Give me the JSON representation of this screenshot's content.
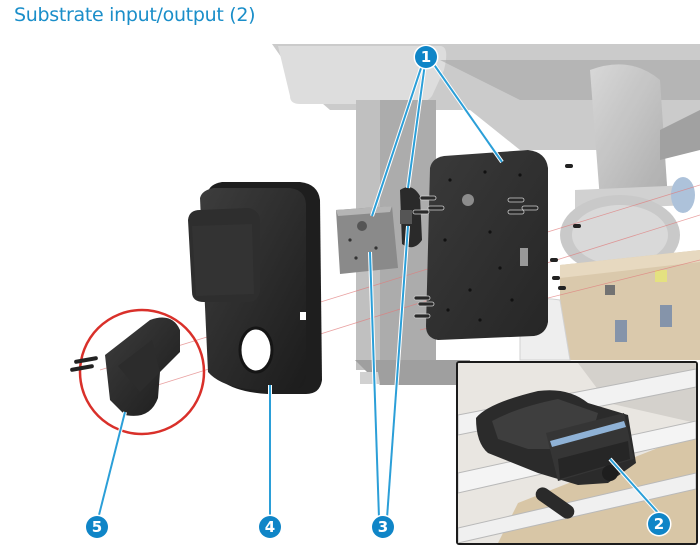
{
  "title": "Substrate input/output (2)",
  "diagram": {
    "type": "exploded-parts-view",
    "accent_color": "#0f85c7",
    "highlight_color": "#d9302a",
    "callouts": [
      {
        "id": "1",
        "label": "1",
        "points_to": "side plates / bracket assembly (3 leader lines)"
      },
      {
        "id": "2",
        "label": "2",
        "points_to": "substrate guide in inset detail"
      },
      {
        "id": "3",
        "label": "3",
        "points_to": "small bracket and coupling (2 leader lines)"
      },
      {
        "id": "4",
        "label": "4",
        "points_to": "black cover with round hole"
      },
      {
        "id": "5",
        "label": "5",
        "points_to": "small black part with screws (circled in red)"
      }
    ],
    "inset": {
      "present": true,
      "position": "bottom-right",
      "shows": "substrate guide mounted on rollers"
    }
  }
}
